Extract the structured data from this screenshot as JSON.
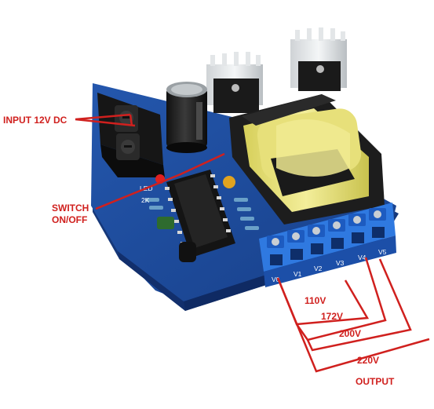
{
  "labels": {
    "input": "INPUT 12V DC",
    "switch_line1": "SWITCH",
    "switch_line2": "ON/OFF",
    "v110": "110V",
    "v172": "172V",
    "v200": "200V",
    "v220": "220V",
    "output": "OUTPUT"
  },
  "terminals": [
    "V0",
    "V1",
    "V2",
    "V3",
    "V4",
    "V5"
  ],
  "board_marks": {
    "led": "LED",
    "res": "2K"
  },
  "colors": {
    "annotation": "#d0201e",
    "pcb": "#1e4fa3",
    "terminal": "#2a6fd8",
    "transformer_core": "#2a2a2a",
    "coil": "#e9e27a"
  }
}
